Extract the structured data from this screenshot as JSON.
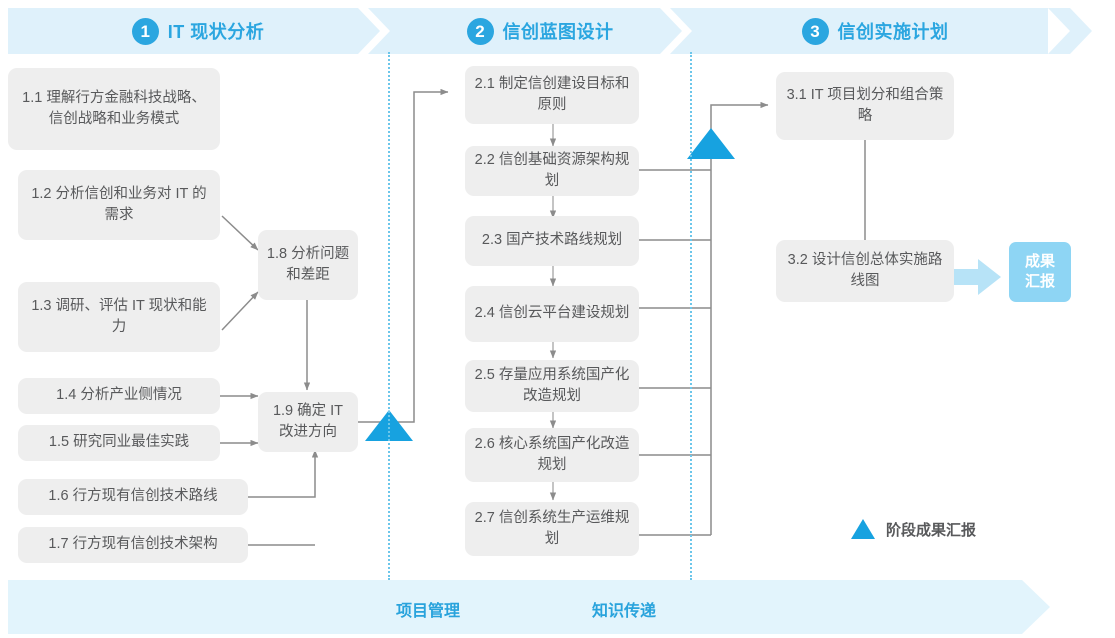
{
  "phases": [
    {
      "num": "1",
      "title": "IT 现状分析"
    },
    {
      "num": "2",
      "title": "信创蓝图设计"
    },
    {
      "num": "3",
      "title": "信创实施计划"
    }
  ],
  "column1": {
    "tasks": [
      {
        "id": "1.1",
        "text": "1.1 理解行方金融科技战略、信创战略和业务模式"
      },
      {
        "id": "1.2",
        "text": "1.2 分析信创和业务对 IT 的需求"
      },
      {
        "id": "1.3",
        "text": "1.3 调研、评估 IT 现状和能力"
      },
      {
        "id": "1.4",
        "text": "1.4 分析产业侧情况"
      },
      {
        "id": "1.5",
        "text": "1.5 研究同业最佳实践"
      },
      {
        "id": "1.6",
        "text": "1.6 行方现有信创技术路线"
      },
      {
        "id": "1.7",
        "text": "1.7 行方现有信创技术架构"
      }
    ],
    "merge": [
      {
        "id": "1.8",
        "text": "1.8 分析问题和差距"
      },
      {
        "id": "1.9",
        "text": "1.9 确定 IT 改进方向"
      }
    ]
  },
  "column2": {
    "tasks": [
      {
        "id": "2.1",
        "text": "2.1 制定信创建设目标和原则"
      },
      {
        "id": "2.2",
        "text": "2.2 信创基础资源架构规划"
      },
      {
        "id": "2.3",
        "text": "2.3 国产技术路线规划"
      },
      {
        "id": "2.4",
        "text": "2.4 信创云平台建设规划"
      },
      {
        "id": "2.5",
        "text": "2.5 存量应用系统国产化改造规划"
      },
      {
        "id": "2.6",
        "text": "2.6 核心系统国产化改造规划"
      },
      {
        "id": "2.7",
        "text": "2.7 信创系统生产运维规划"
      }
    ]
  },
  "column3": {
    "tasks": [
      {
        "id": "3.1",
        "text": "3.1 IT 项目划分和组合策略"
      },
      {
        "id": "3.2",
        "text": "3.2 设计信创总体实施路线图"
      }
    ],
    "result_badge": "成果\n汇报"
  },
  "legend": {
    "label": "阶段成果汇报"
  },
  "bottom": {
    "left_label": "项目管理",
    "right_label": "知识传递"
  },
  "colors": {
    "accent": "#29a3dc",
    "band": "#dff1fb",
    "badge": "#8ed5f4",
    "box": "#eeeeee",
    "text": "#58595b",
    "connector": "#8c8c8c",
    "dotted": "#6cc6ea"
  }
}
